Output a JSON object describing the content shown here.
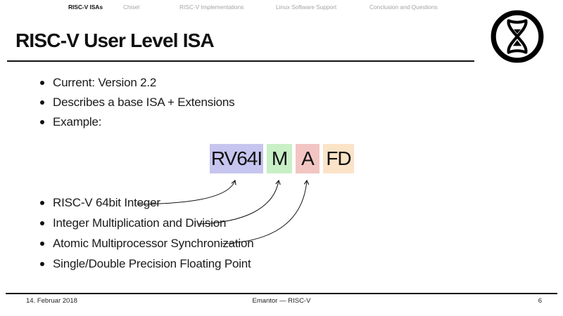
{
  "nav": {
    "items": [
      {
        "label": "RISC-V ISAs",
        "active": true
      },
      {
        "label": "Chisel",
        "active": false
      },
      {
        "label": "RISC-V Implementations",
        "active": false
      },
      {
        "label": "Linux Software Support",
        "active": false
      },
      {
        "label": "Conclusion and Questions",
        "active": false
      }
    ]
  },
  "header": {
    "title": "RISC-V User Level ISA"
  },
  "logo": {
    "icon": "hourglass-circle-icon"
  },
  "bullets_top": [
    "Current: Version 2.2",
    "Describes a base ISA + Extensions",
    "Example:"
  ],
  "extensions": {
    "boxes": [
      {
        "label": "RV64I",
        "color": "#c6c5ef",
        "meaning": "RISC-V 64bit Integer"
      },
      {
        "label": "M",
        "color": "#c8efc6",
        "meaning": "Integer Multiplication and Division"
      },
      {
        "label": "A",
        "color": "#f2c5c3",
        "meaning": "Atomic Multiprocessor Synchronization"
      },
      {
        "label": "FD",
        "color": "#fbe3c8",
        "meaning": "Single/Double Precision Floating Point"
      }
    ]
  },
  "bullets_bottom": [
    "RISC-V 64bit Integer",
    "Integer Multiplication and Division",
    "Atomic Multiprocessor Synchronization",
    "Single/Double Precision Floating Point"
  ],
  "footer": {
    "date": "14. Februar 2018",
    "center": "Emantor — RISC-V",
    "page": "6"
  }
}
